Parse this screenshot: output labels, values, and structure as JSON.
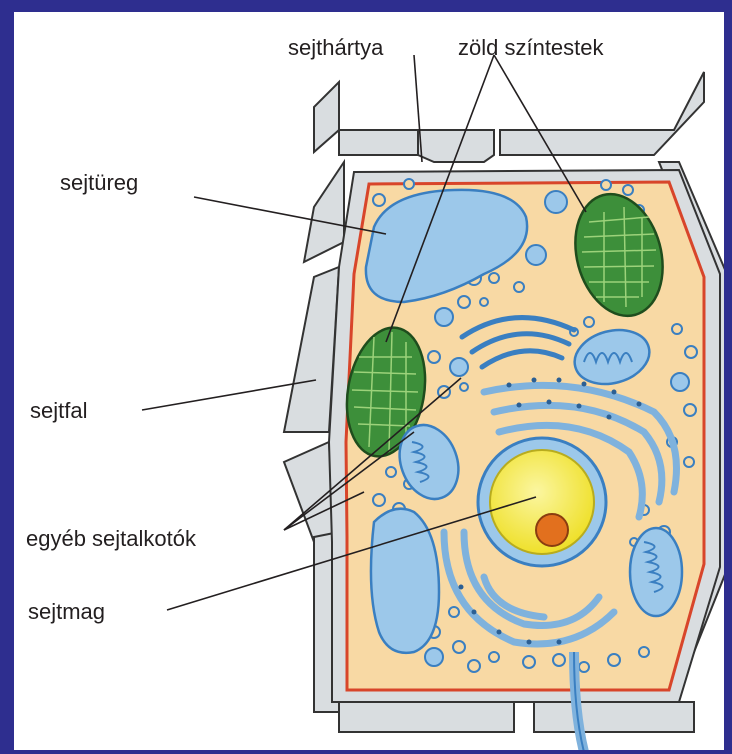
{
  "labels": {
    "membrane": "sejthártya",
    "chloroplasts": "zöld színtestek",
    "vacuole": "sejtüreg",
    "cell_wall": "sejtfal",
    "organelles": "egyéb sejtalkotók",
    "nucleus": "sejtmag"
  },
  "colors": {
    "background_border": "#2e2e8f",
    "cell_wall": "#d9dde0",
    "cytoplasm": "#f8d9a4",
    "membrane": "#d8452a",
    "vacuole": "#9cc8ea",
    "chloroplast": "#3d8f3a",
    "nucleus": "#f2e630",
    "nucleolus": "#e2701e",
    "er": "#7fb2dd"
  }
}
